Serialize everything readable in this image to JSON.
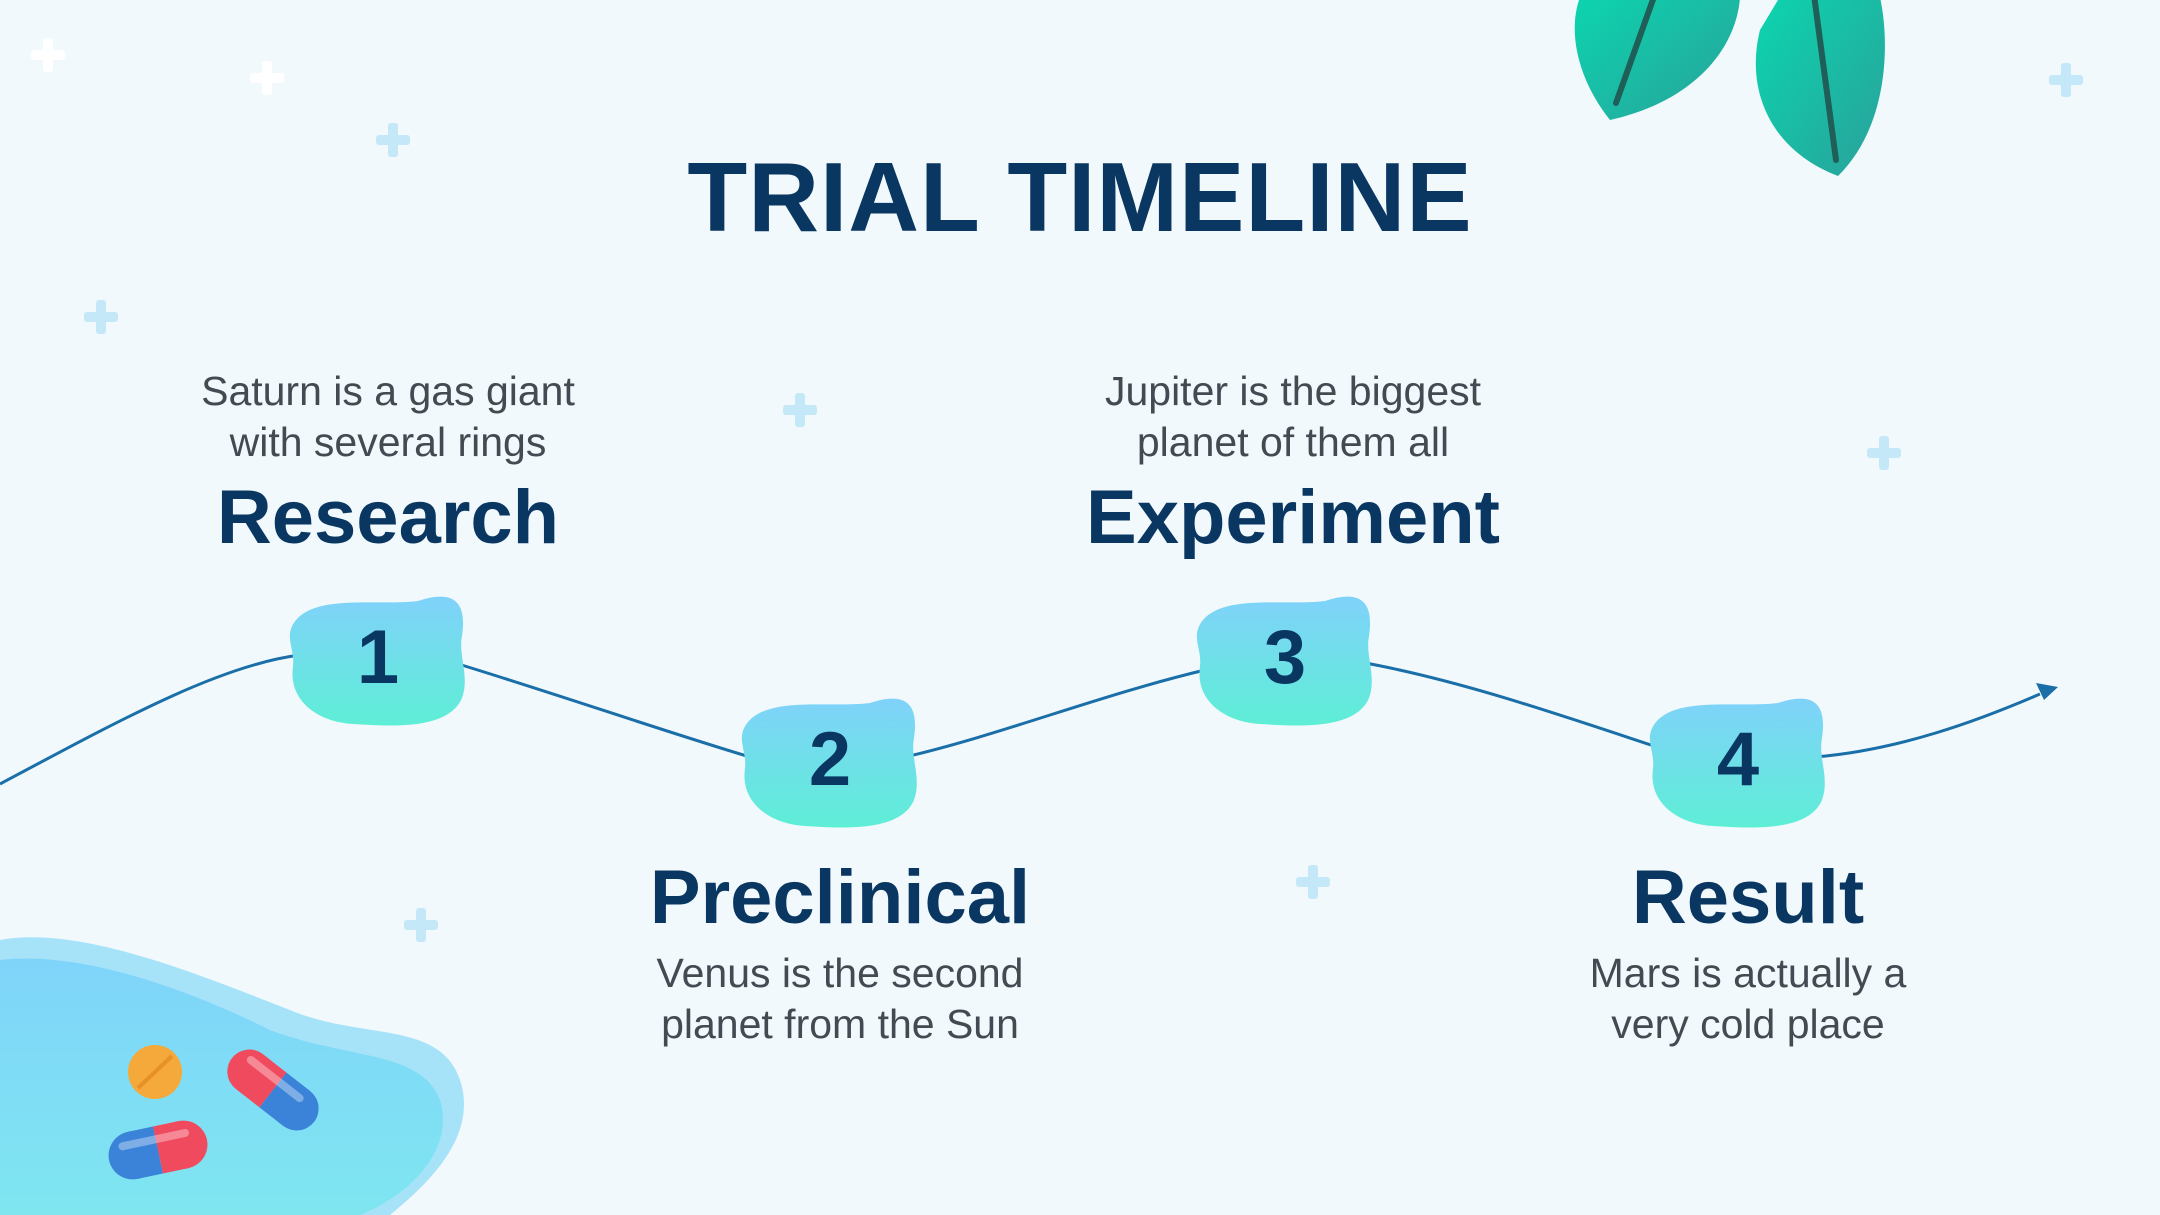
{
  "slide": {
    "title": "TRIAL TIMELINE"
  },
  "steps": [
    {
      "number": "1",
      "title": "Research",
      "description_lines": [
        "Saturn is a gas giant",
        "with several rings"
      ]
    },
    {
      "number": "2",
      "title": "Preclinical",
      "description_lines": [
        "Venus is the second",
        "planet from the Sun"
      ]
    },
    {
      "number": "3",
      "title": "Experiment",
      "description_lines": [
        "Jupiter is the biggest",
        "planet of them all"
      ]
    },
    {
      "number": "4",
      "title": "Result",
      "description_lines": [
        "Mars is actually a",
        "very cold place"
      ]
    }
  ],
  "colors": {
    "title": "#0a3761",
    "body_text": "#434a52",
    "background": "#f1f9fd",
    "timeline_line": "#1a6fa8",
    "blob_top": "#7dd3f8",
    "blob_bottom": "#5fecd8",
    "leaf": "#15c9a4",
    "sparkle": "#bfe6f8"
  },
  "icons": [
    "sparkle-plus-icon",
    "leaf-icon",
    "pill-capsule-icon",
    "tablet-icon",
    "arrow-head-icon"
  ]
}
